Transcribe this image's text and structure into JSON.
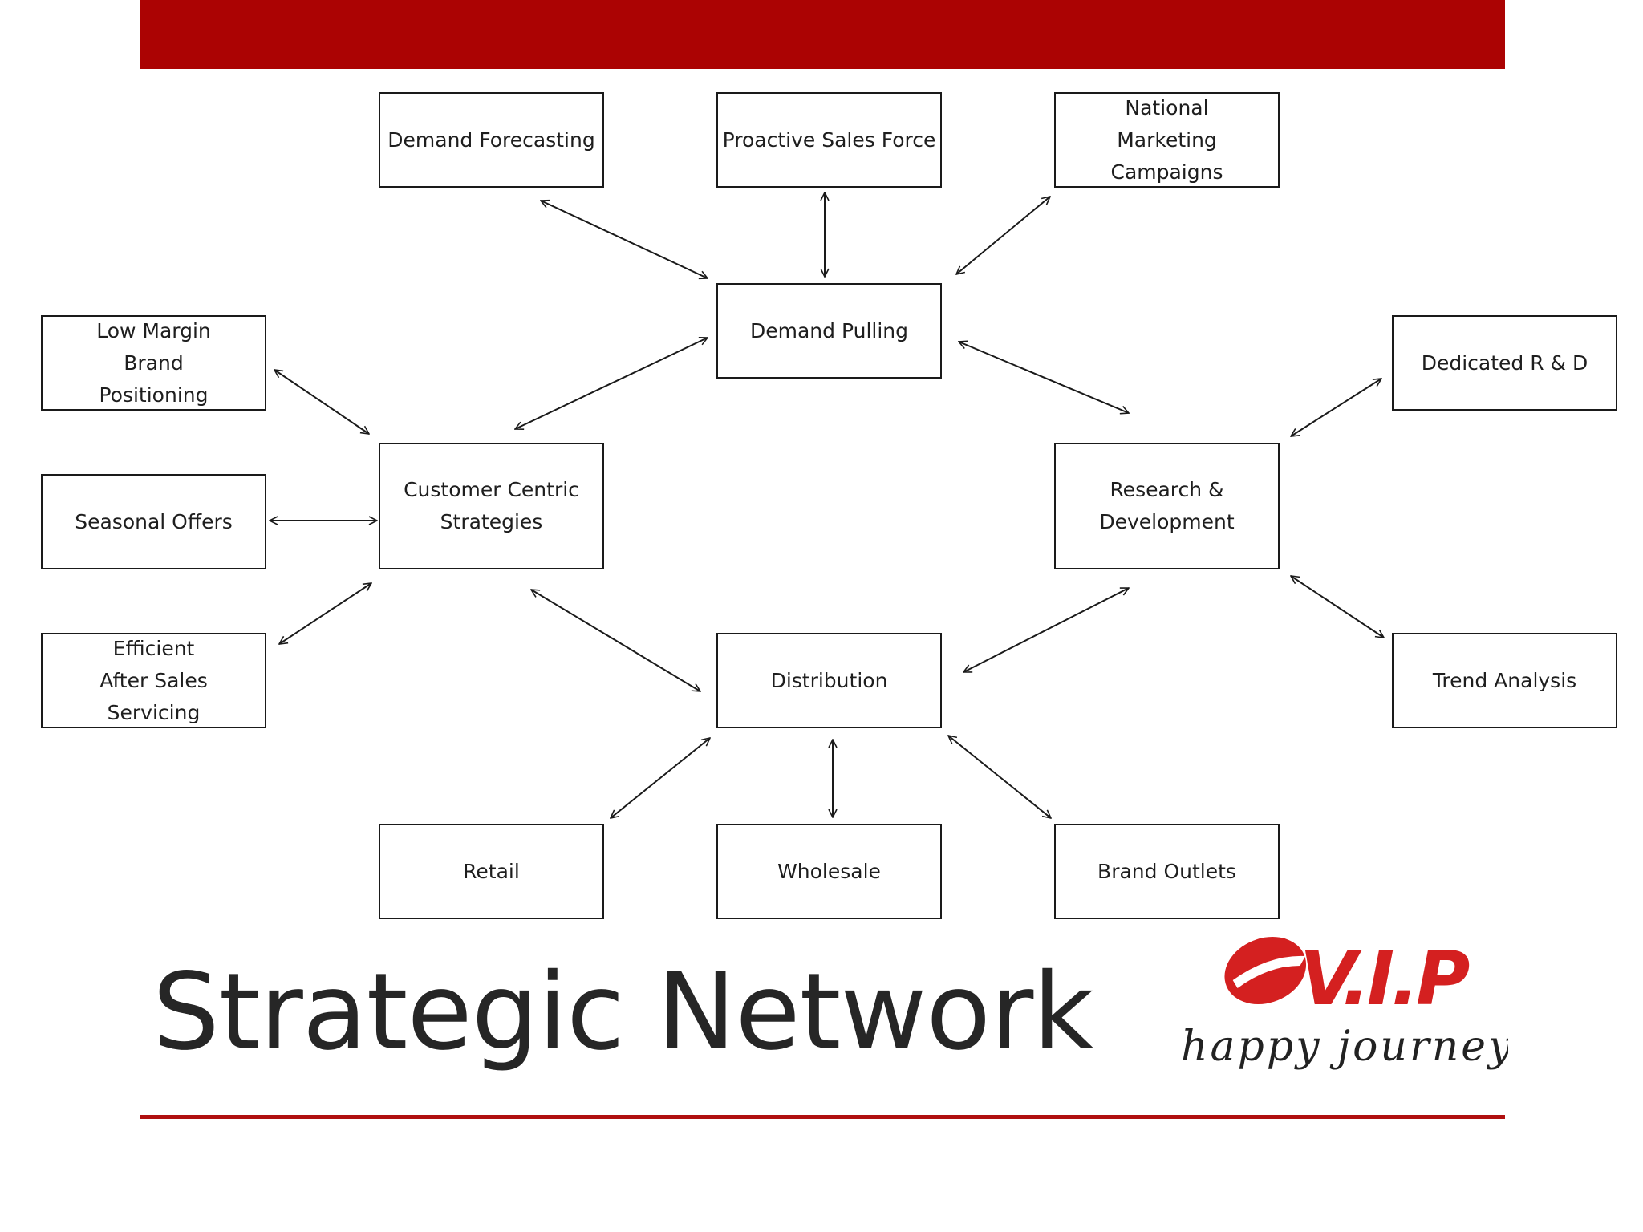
{
  "title": "Strategic Network",
  "colors": {
    "accent": "#ab0303",
    "logo": "#d42020"
  },
  "logo": {
    "brand": "V.I.P",
    "tagline": "happy journey",
    "icon": "vip-logo-icon"
  },
  "nodes": {
    "demand_forecasting": "Demand Forecasting",
    "proactive_sales_force": "Proactive Sales Force",
    "national_marketing": {
      "l1": "National",
      "l2": "Marketing",
      "l3": "Campaigns"
    },
    "demand_pulling": "Demand Pulling",
    "low_margin": {
      "l1": "Low Margin",
      "l2": "Brand",
      "l3": "Positioning"
    },
    "dedicated_rd": "Dedicated R & D",
    "customer_centric": {
      "l1": "Customer Centric",
      "l2": "Strategies"
    },
    "seasonal_offers": "Seasonal Offers",
    "research_dev": {
      "l1": "Research &",
      "l2": "Development"
    },
    "efficient_service": {
      "l1": "Efficient",
      "l2": "After Sales",
      "l3": "Servicing"
    },
    "distribution": "Distribution",
    "trend_analysis": "Trend Analysis",
    "retail": "Retail",
    "wholesale": "Wholesale",
    "brand_outlets": "Brand Outlets"
  }
}
